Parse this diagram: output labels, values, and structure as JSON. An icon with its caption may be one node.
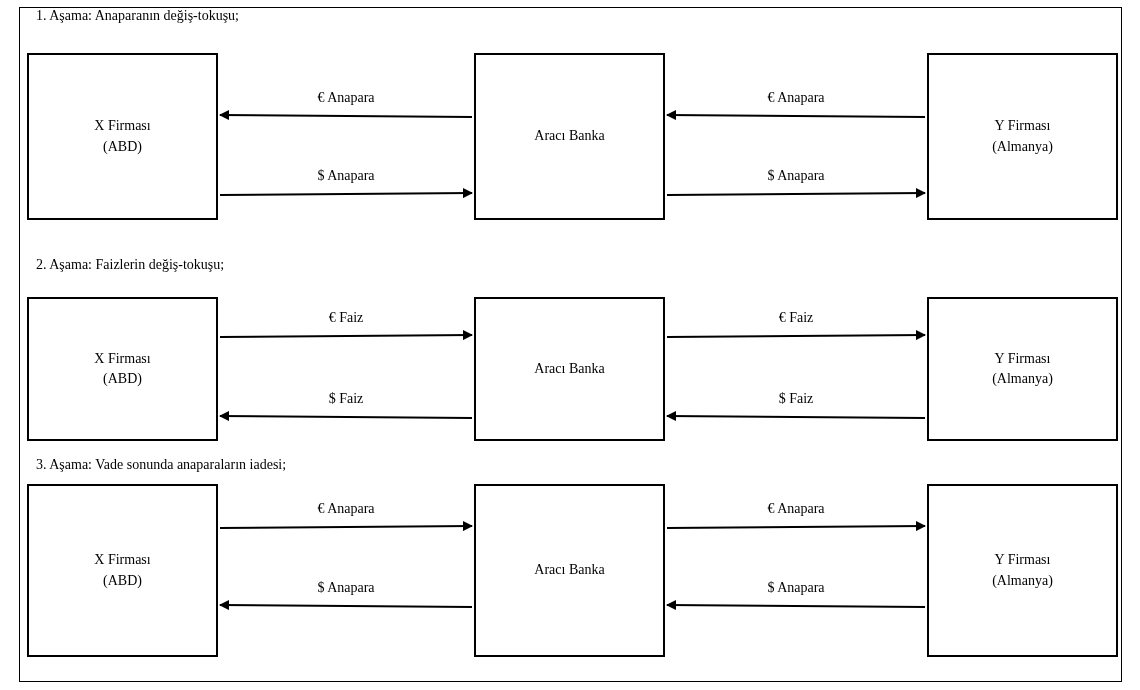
{
  "diagram": {
    "nodes": [
      {
        "text": [
          "X Firması",
          "(ABD)"
        ]
      },
      {
        "text": [
          "Aracı Banka"
        ]
      },
      {
        "text": [
          "Y Firması",
          "(Almanya)"
        ]
      },
      {
        "text": [
          "X Firması",
          "(ABD)"
        ]
      },
      {
        "text": [
          "Aracı Banka"
        ]
      },
      {
        "text": [
          "Y Firması",
          "(Almanya)"
        ]
      },
      {
        "text": [
          "X Firması",
          "(ABD)"
        ]
      },
      {
        "text": [
          "Aracı Banka"
        ]
      },
      {
        "text": [
          "Y Firması",
          "(Almanya)"
        ]
      }
    ],
    "edges": [
      {
        "from": 1,
        "to": 0,
        "arrow": "to",
        "label": "€ Anapara"
      },
      {
        "from": 2,
        "to": 1,
        "arrow": "to",
        "label": "€ Anapara"
      },
      {
        "from": 0,
        "to": 1,
        "arrow": "to",
        "label": "$ Anapara"
      },
      {
        "from": 1,
        "to": 2,
        "arrow": "to",
        "label": "$ Anapara"
      },
      {
        "from": 3,
        "to": 4,
        "arrow": "to",
        "label": "€ Faiz"
      },
      {
        "from": 4,
        "to": 5,
        "arrow": "to",
        "label": "€ Faiz"
      },
      {
        "from": 4,
        "to": 3,
        "arrow": "to",
        "label": "$ Faiz"
      },
      {
        "from": 5,
        "to": 4,
        "arrow": "to",
        "label": "$ Faiz"
      },
      {
        "from": 6,
        "to": 7,
        "arrow": "to",
        "label": "€ Anapara"
      },
      {
        "from": 7,
        "to": 8,
        "arrow": "to",
        "label": "€ Anapara"
      },
      {
        "from": 7,
        "to": 6,
        "arrow": "to",
        "label": "$ Anapara"
      },
      {
        "from": 8,
        "to": 7,
        "arrow": "to",
        "label": "$ Anapara"
      }
    ],
    "labels": [
      "1. Aşama: Anaparanın değiş-tokuşu;",
      "2. Aşama: Faizlerin değiş-tokuşu;",
      "3. Aşama: Vade sonunda anaparaların iadesi;"
    ]
  }
}
